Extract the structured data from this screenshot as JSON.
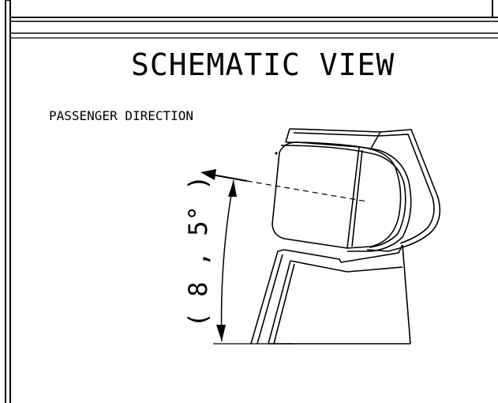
{
  "title": "SCHEMATIC VIEW",
  "direction_label": "PASSENGER DIRECTION",
  "angle_label": "( 8 , 5° )",
  "colors": {
    "line": "#000000",
    "background": "#ffffff"
  }
}
